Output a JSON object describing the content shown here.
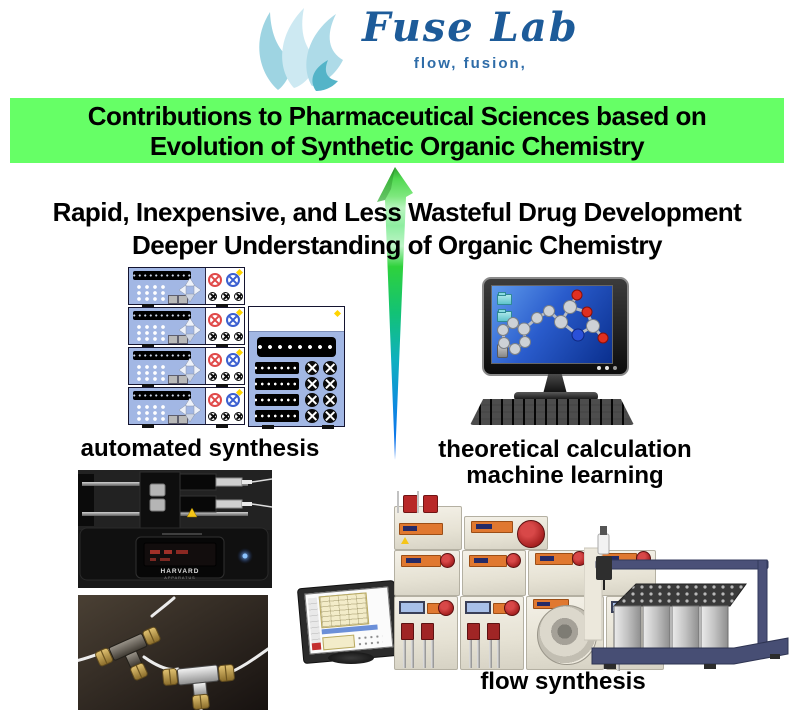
{
  "logo": {
    "title": "Fuse Lab",
    "tagline": "flow, fusion,"
  },
  "banner": {
    "line1": "Contributions to Pharmaceutical Sciences based on",
    "line2": "Evolution of Synthetic Organic Chemistry"
  },
  "headline": {
    "line1": "Rapid, Inexpensive, and Less Wasteful Drug Development",
    "line2": "Deeper Understanding of Organic Chemistry"
  },
  "labels": {
    "automated": "automated synthesis",
    "theoretical_1": "theoretical calculation",
    "theoretical_2": "machine learning",
    "flow": "flow synthesis"
  },
  "photo_pump": {
    "brand": "HARVARD",
    "brand_sub": "APPARATUS"
  },
  "colors": {
    "banner_green": "#66ff66",
    "logo_blue": "#1d5b99",
    "tagline_blue": "#2e6ca8",
    "arrow_top_green": "#52d852",
    "arrow_bottom_blue": "#0a68f0",
    "pump_body_blue": "#a2b7e4",
    "valve_red": "#e04848",
    "valve_blue": "#3a5fd0",
    "screen_blue": "#2a5ccc",
    "module_cream": "#ece8dc",
    "knob_red": "#b02828",
    "display_orange": "#e07830",
    "collector_slate": "#4a5078",
    "nut_gold": "#c9a94e"
  }
}
